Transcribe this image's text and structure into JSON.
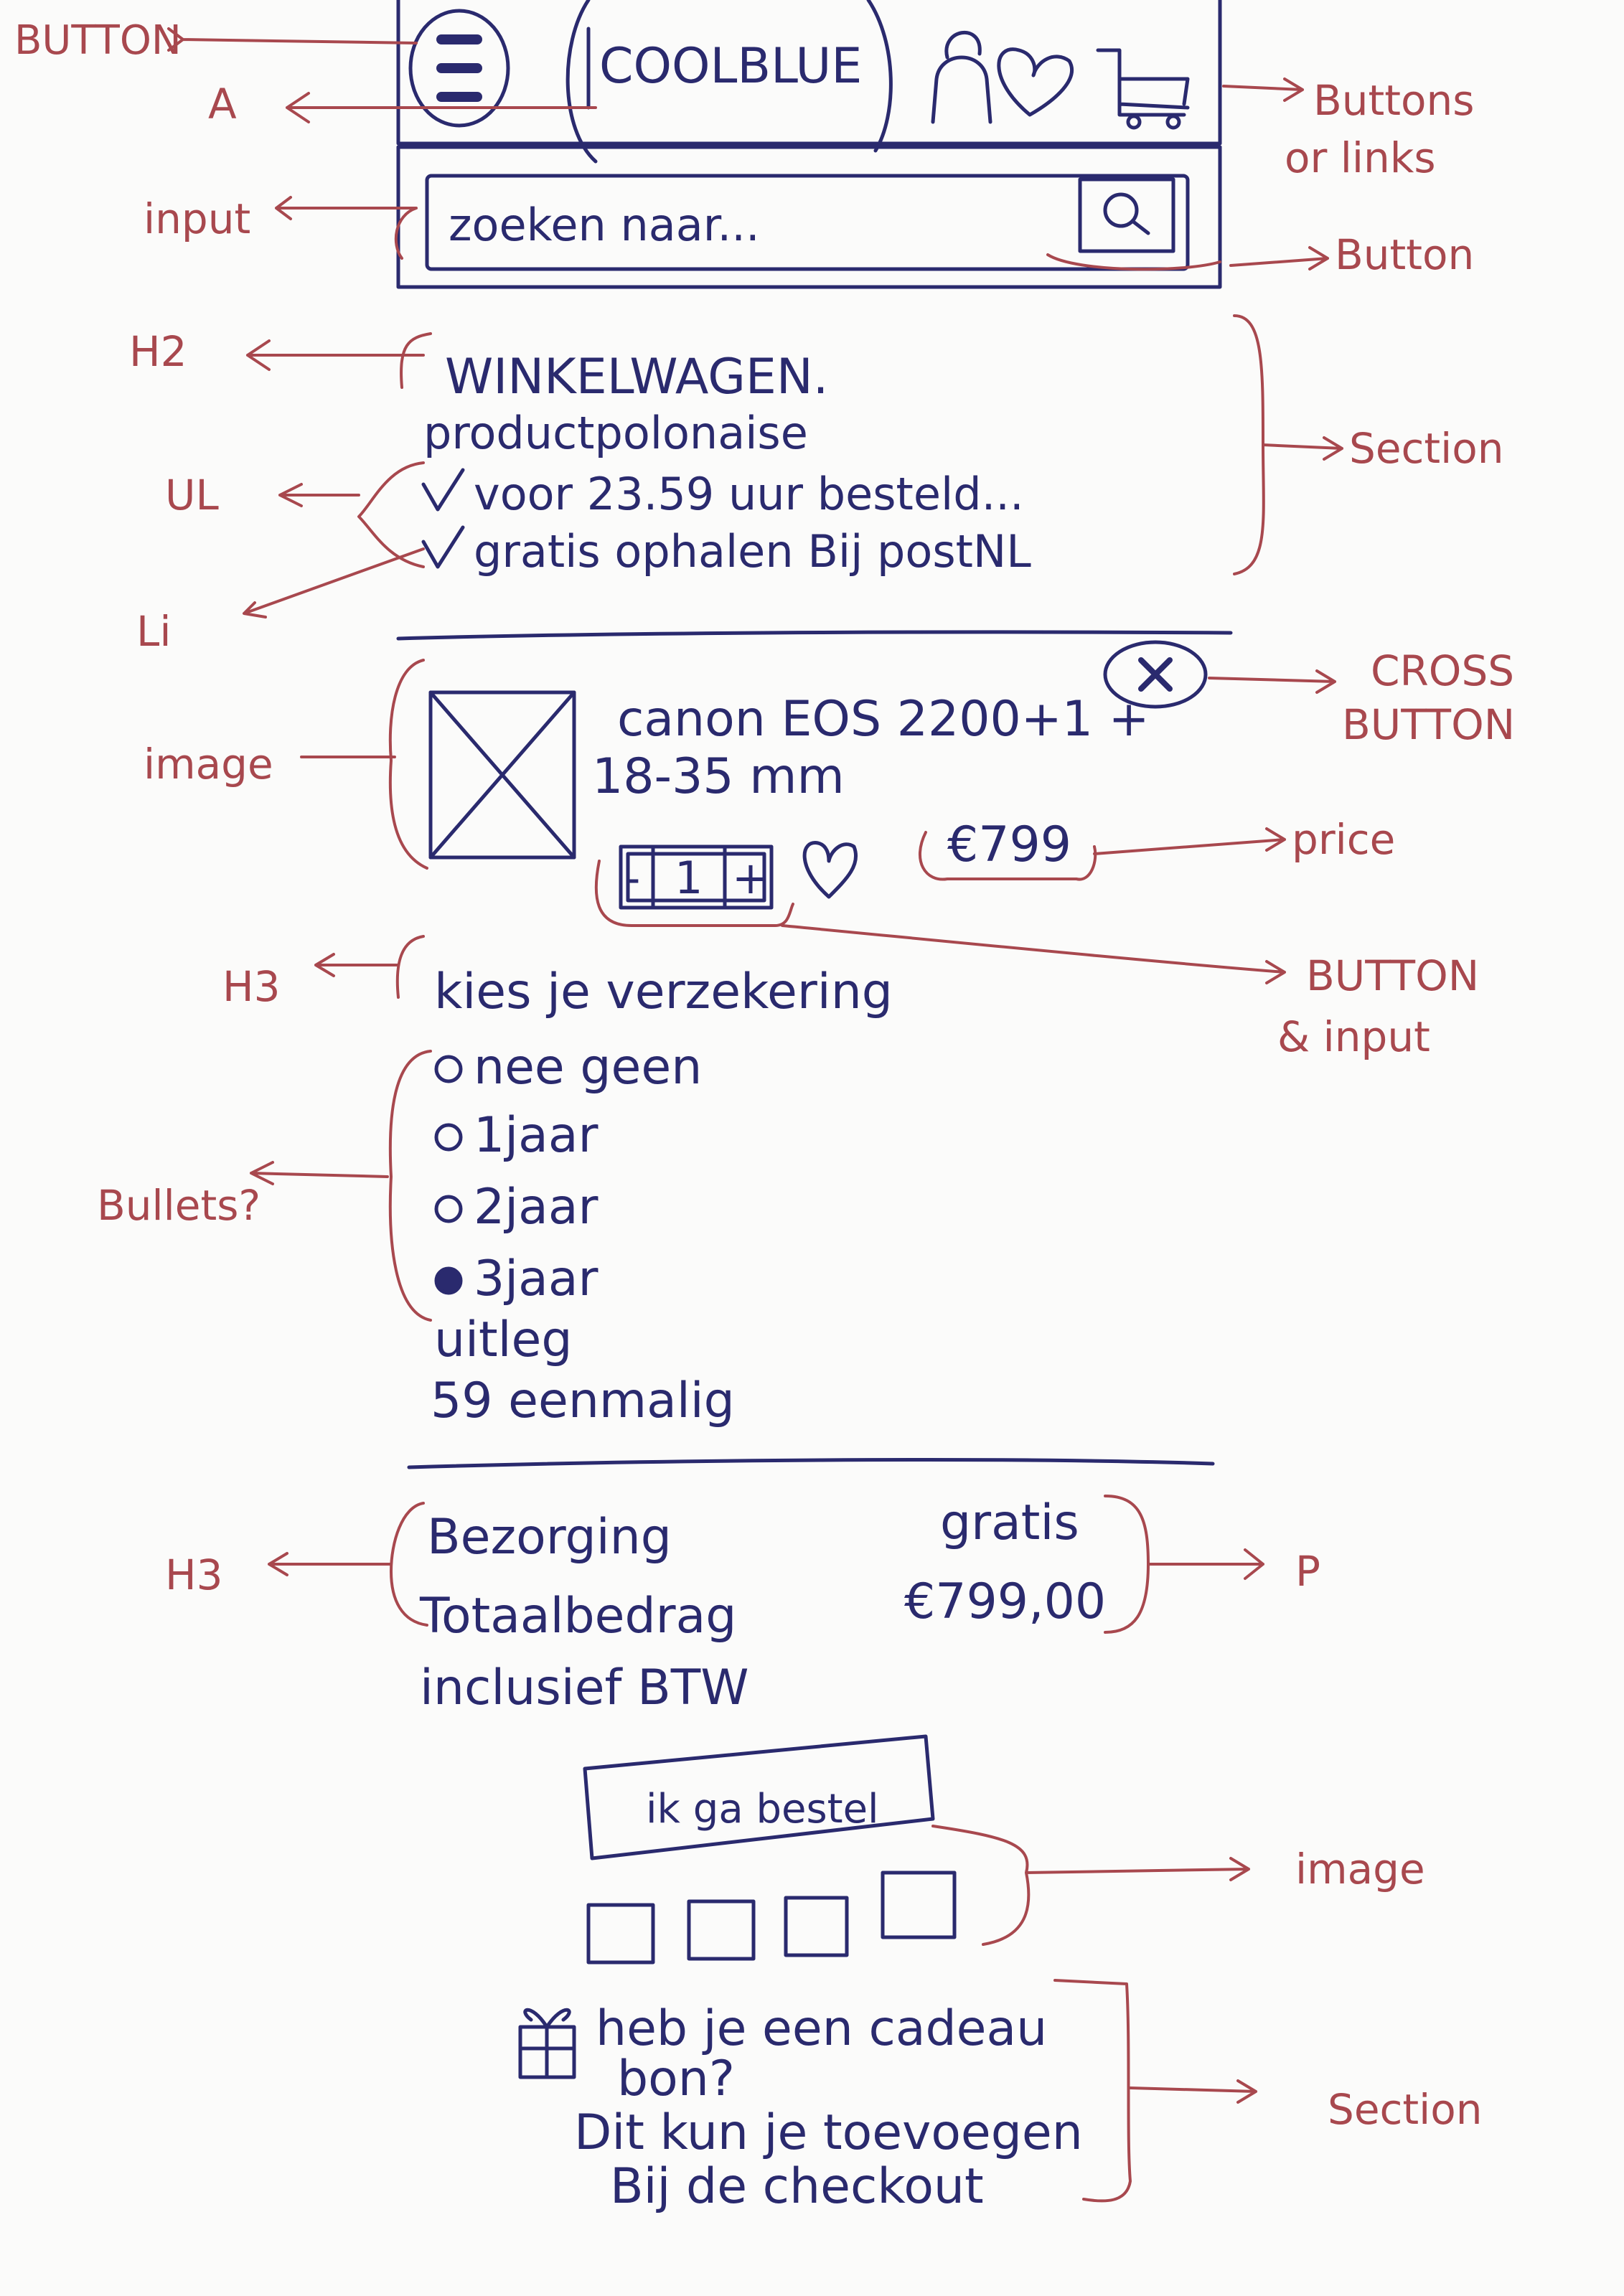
{
  "header": {
    "logo_text": "COOLBLUE",
    "search_placeholder": "zoeken naar..."
  },
  "cart": {
    "title": "WINKELWAGEN.",
    "subtitle": "productpolonaise",
    "usps": [
      "voor 23.59 uur besteld...",
      "gratis ophalen Bij postNL"
    ]
  },
  "product": {
    "name_line1": "canon EOS 2200+1 +",
    "name_line2": "18-35 mm",
    "quantity": "1",
    "minus": "-",
    "plus": "+",
    "price": "€799"
  },
  "insurance": {
    "heading": "kies je verzekering",
    "options": [
      {
        "label": "nee geen",
        "selected": false
      },
      {
        "label": "1jaar",
        "selected": false
      },
      {
        "label": "2jaar",
        "selected": false
      },
      {
        "label": "3jaar",
        "selected": true
      }
    ],
    "explain": "uitleg",
    "price_note": "59 eenmalig"
  },
  "summary": {
    "delivery_label": "Bezorging",
    "delivery_value": "gratis",
    "total_label": "Totaalbedrag",
    "total_value": "€799,00",
    "vat_note": "inclusief BTW"
  },
  "checkout": {
    "button_label": "ik ga bestel",
    "gift_line1": "heb je een cadeau",
    "gift_line2": "bon?",
    "gift_line3": "Dit kun je toevoegen",
    "gift_line4": "Bij de checkout"
  },
  "annotations": {
    "button_top": "BUTTON",
    "a": "A",
    "buttons_or_links_1": "Buttons",
    "buttons_or_links_2": "or links",
    "input": "input",
    "button_search": "Button",
    "h2": "H2",
    "section_top": "Section",
    "ul": "UL",
    "li": "Li",
    "cross_1": "CROSS",
    "cross_2": "BUTTON",
    "image_product": "image",
    "price": "price",
    "h3_insurance": "H3",
    "button_input_1": "BUTTON",
    "button_input_2": "& input",
    "bullets": "Bullets?",
    "h3_summary": "H3",
    "p": "P",
    "image_payment": "image",
    "section_bottom": "Section"
  },
  "colors": {
    "ink": "#2a2a6e",
    "annotation": "#a8484e",
    "paper": "#fbfbfa"
  }
}
